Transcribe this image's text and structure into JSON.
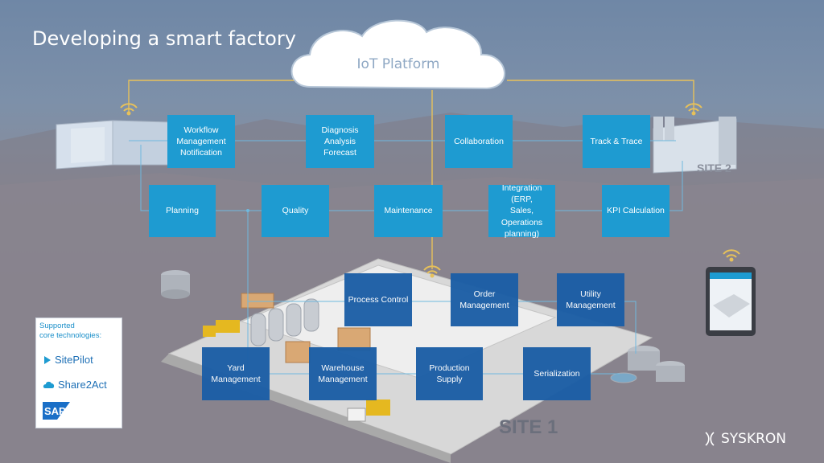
{
  "title": "Developing a smart factory",
  "cloud_label": "IoT Platform",
  "site1_label": "SITE 1",
  "site2_label": "SITE 2",
  "boxes": {
    "workflow": [
      "Workflow",
      "Management",
      "Notification"
    ],
    "diagnosis": [
      "Diagnosis",
      "Analysis",
      "Forecast"
    ],
    "collaboration": "Collaboration",
    "track": "Track & Trace",
    "planning": "Planning",
    "quality": "Quality",
    "maintenance": "Maintenance",
    "integration": [
      "Integration (ERP,",
      "Sales,",
      "Operations",
      "planning)"
    ],
    "kpi": "KPI Calculation",
    "process_control": "Process Control",
    "order_management": [
      "Order",
      "Management"
    ],
    "utility_management": [
      "Utility",
      "Management"
    ],
    "yard_management": [
      "Yard",
      "Management"
    ],
    "warehouse_management": [
      "Warehouse",
      "Management"
    ],
    "production_supply": [
      "Production",
      "Supply"
    ],
    "serialization": "Serialization"
  },
  "tech_panel": {
    "title": [
      "Supported",
      "core technologies:"
    ],
    "items": [
      "SitePilot",
      "Share2Act",
      "SAP"
    ]
  },
  "brand": "SYSKRON",
  "colors": {
    "light_box": "#1e9bd1",
    "dark_box": "#1b5ea6",
    "line": "#e7c15a"
  }
}
